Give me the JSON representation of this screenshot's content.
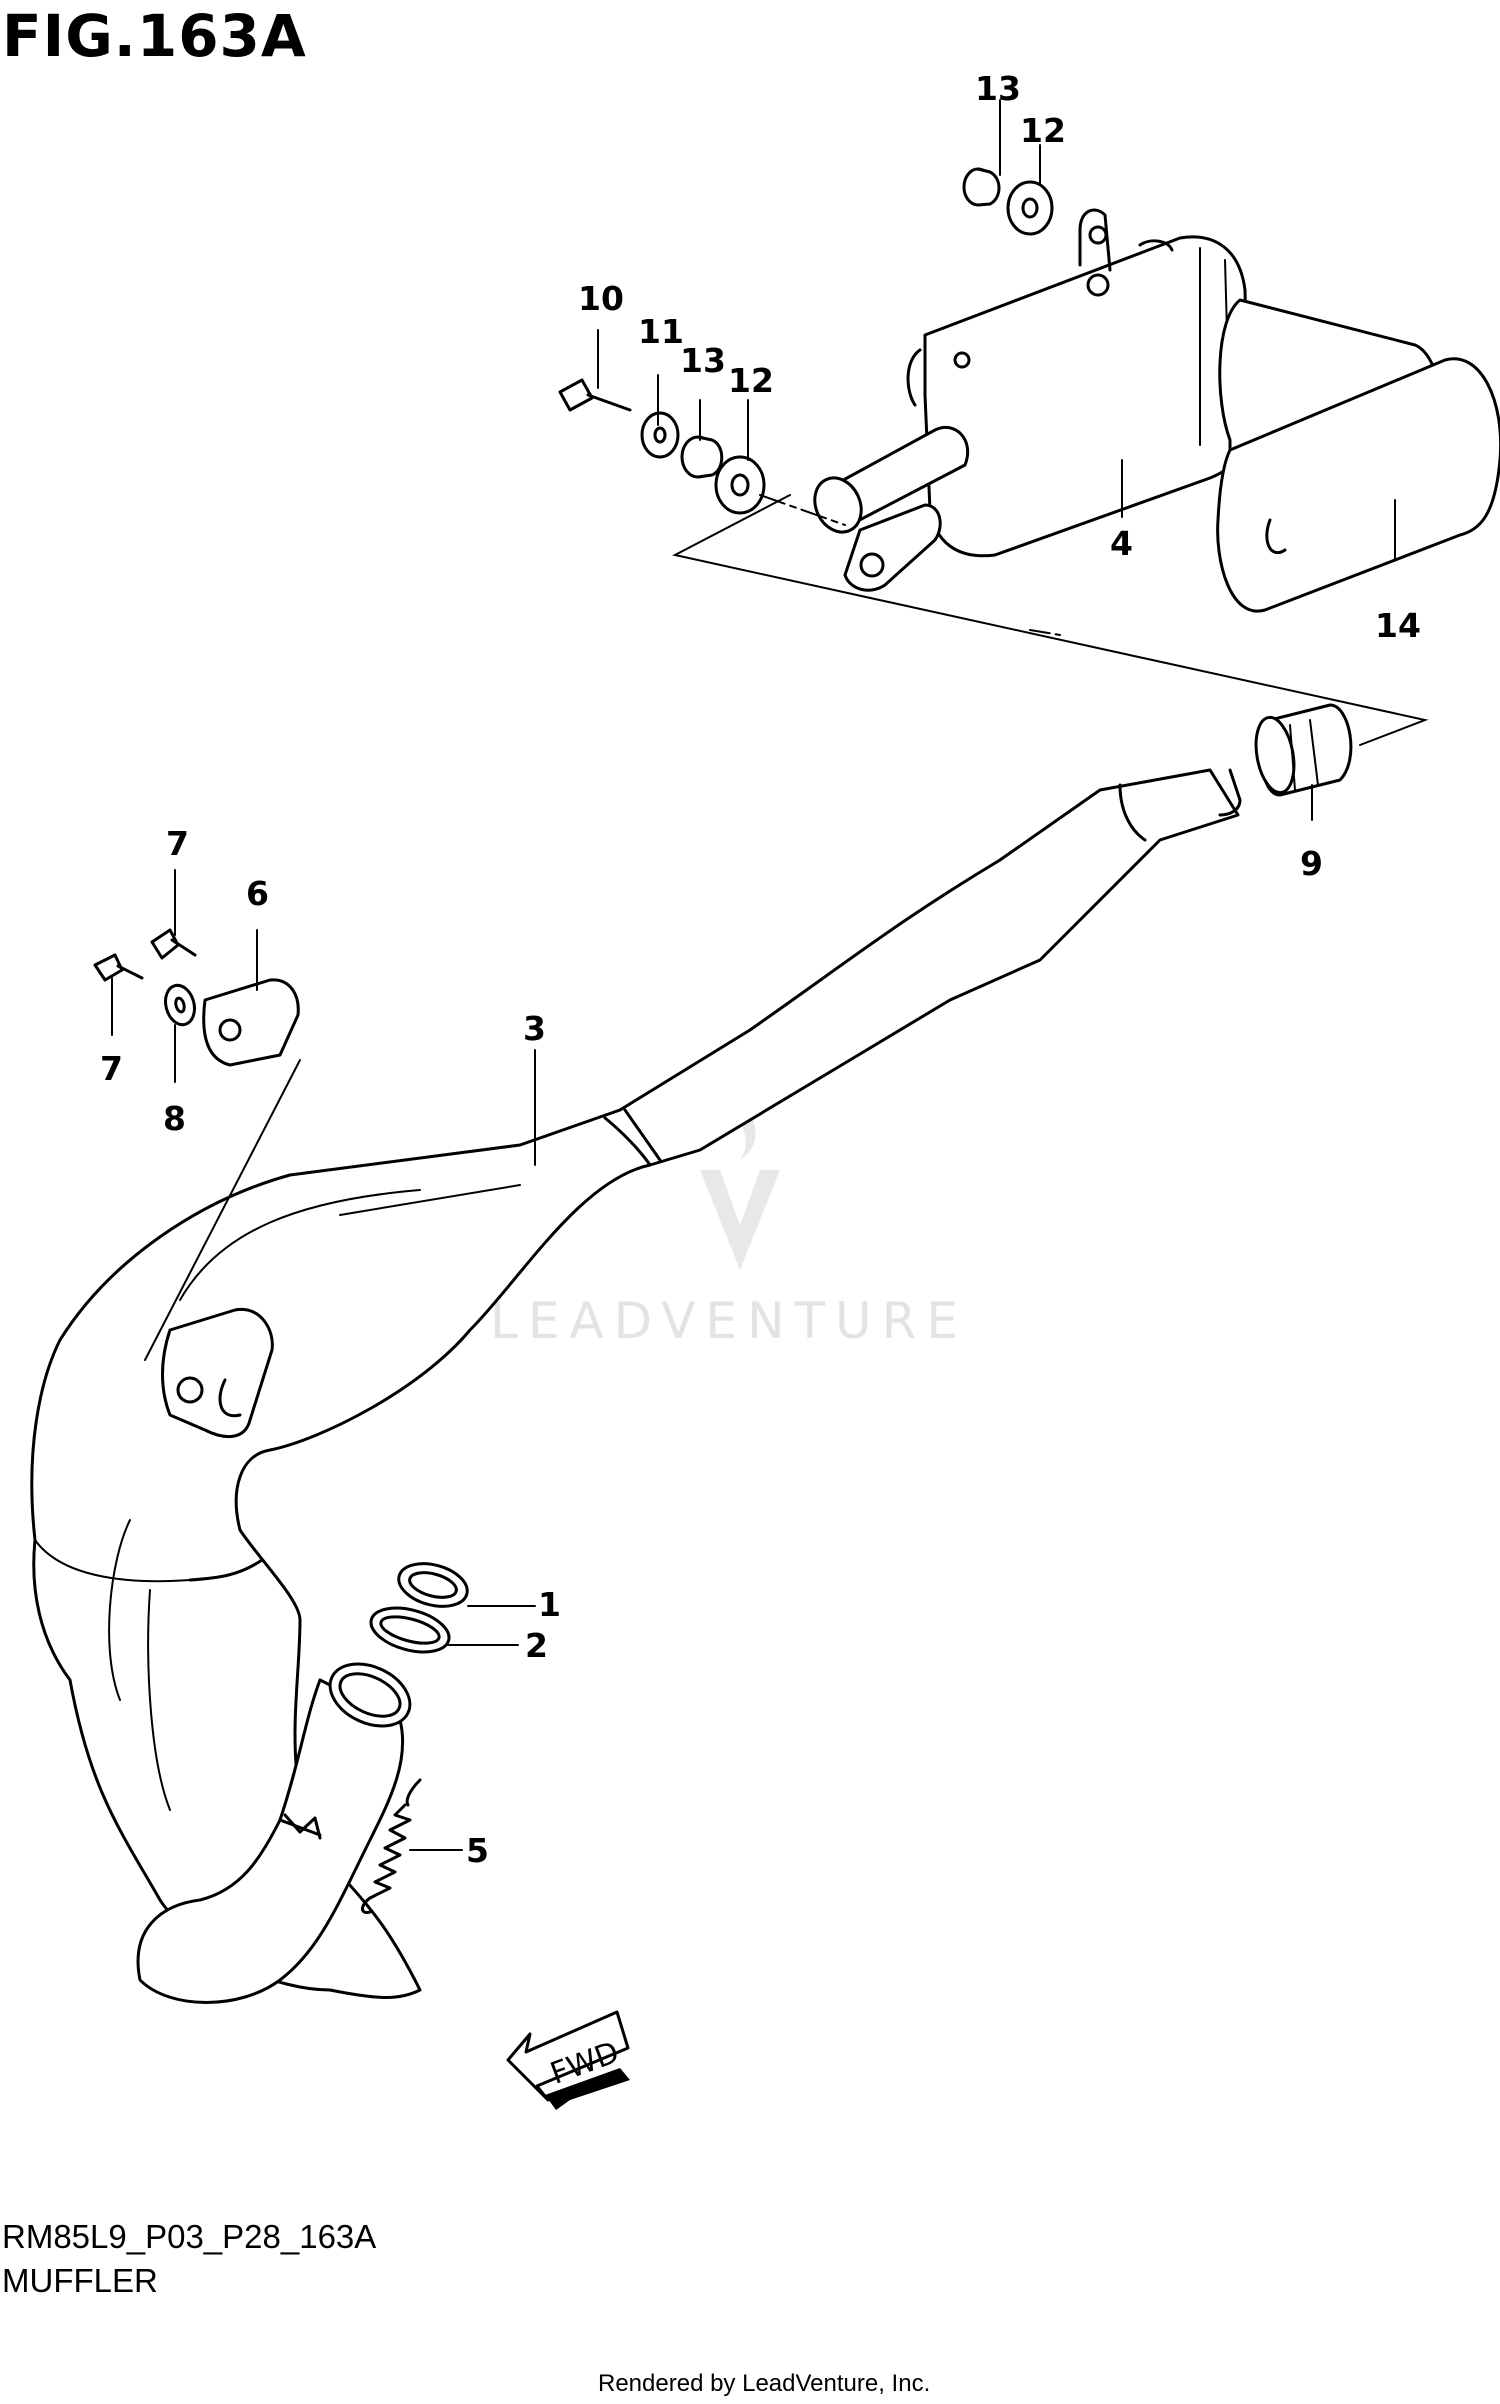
{
  "figure_title": "FIG.163A",
  "callouts": {
    "c1": "1",
    "c2": "2",
    "c3": "3",
    "c4": "4",
    "c5": "5",
    "c6": "6",
    "c7a": "7",
    "c7b": "7",
    "c8": "8",
    "c9": "9",
    "c10": "10",
    "c11": "11",
    "c12a": "12",
    "c12b": "12",
    "c13a": "13",
    "c13b": "13",
    "c14": "14"
  },
  "fwd_label": "FWD",
  "watermark": "LEADVENTURE",
  "diagram_code": "RM85L9_P03_P28_163A",
  "subtitle": "MUFFLER",
  "rendered_by": "Rendered by LeadVenture, Inc."
}
